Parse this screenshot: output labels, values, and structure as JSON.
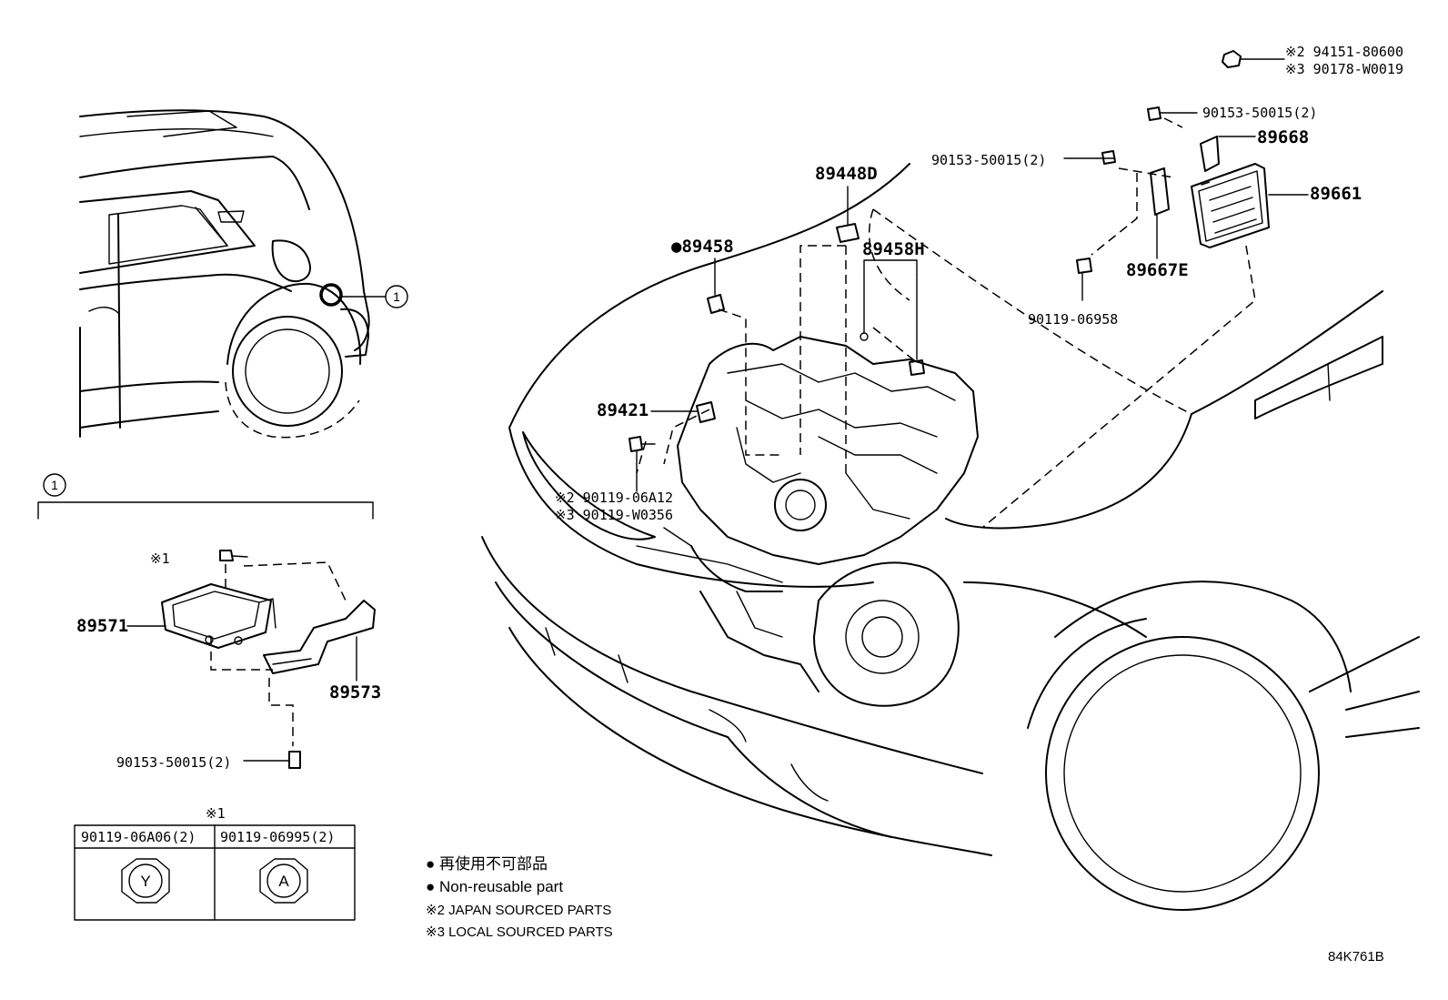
{
  "callouts": {
    "p1_primary": "※2 94151-80600",
    "p1_secondary": "※3 90178-W0019",
    "p2": "90153-50015(2)",
    "p3": "89668",
    "p4": "90153-50015(2)",
    "p5": "89661",
    "p6": "89448D",
    "p7": "●89458",
    "p8": "89458H",
    "p9": "89667E",
    "p10": "90119-06958",
    "p11": "89421",
    "p12_primary": "※2 90119-06A12",
    "p12_secondary": "※3 90119-W0356",
    "p13": "89571",
    "p14": "89573",
    "p15": "90153-50015(2)",
    "p16": "※1"
  },
  "inset": {
    "marker": "1",
    "marker_label": "1"
  },
  "bolt_table": {
    "note": "※1",
    "col1_part": "90119-06A06(2)",
    "col1_mark": "Y",
    "col2_part": "90119-06995(2)",
    "col2_mark": "A"
  },
  "legend": {
    "line1": "● 再使用不可部品",
    "line2": "● Non-reusable part",
    "line3": "※2 JAPAN SOURCED PARTS",
    "line4": "※3 LOCAL SOURCED PARTS"
  },
  "diagram_ref": "84K761B"
}
